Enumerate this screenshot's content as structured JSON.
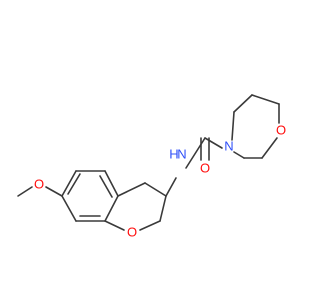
{
  "molecule": {
    "atom_labels": {
      "methoxy_o": "O",
      "ring_o": "O",
      "amide_n": "N",
      "amide_h": "H",
      "carbonyl_o": "O",
      "azepane_n": "N",
      "oxazepane_o": "O"
    },
    "colors": {
      "bond": "#3a3a3a",
      "oxygen": "#ff0d0d",
      "nitrogen": "#3050f8"
    }
  }
}
